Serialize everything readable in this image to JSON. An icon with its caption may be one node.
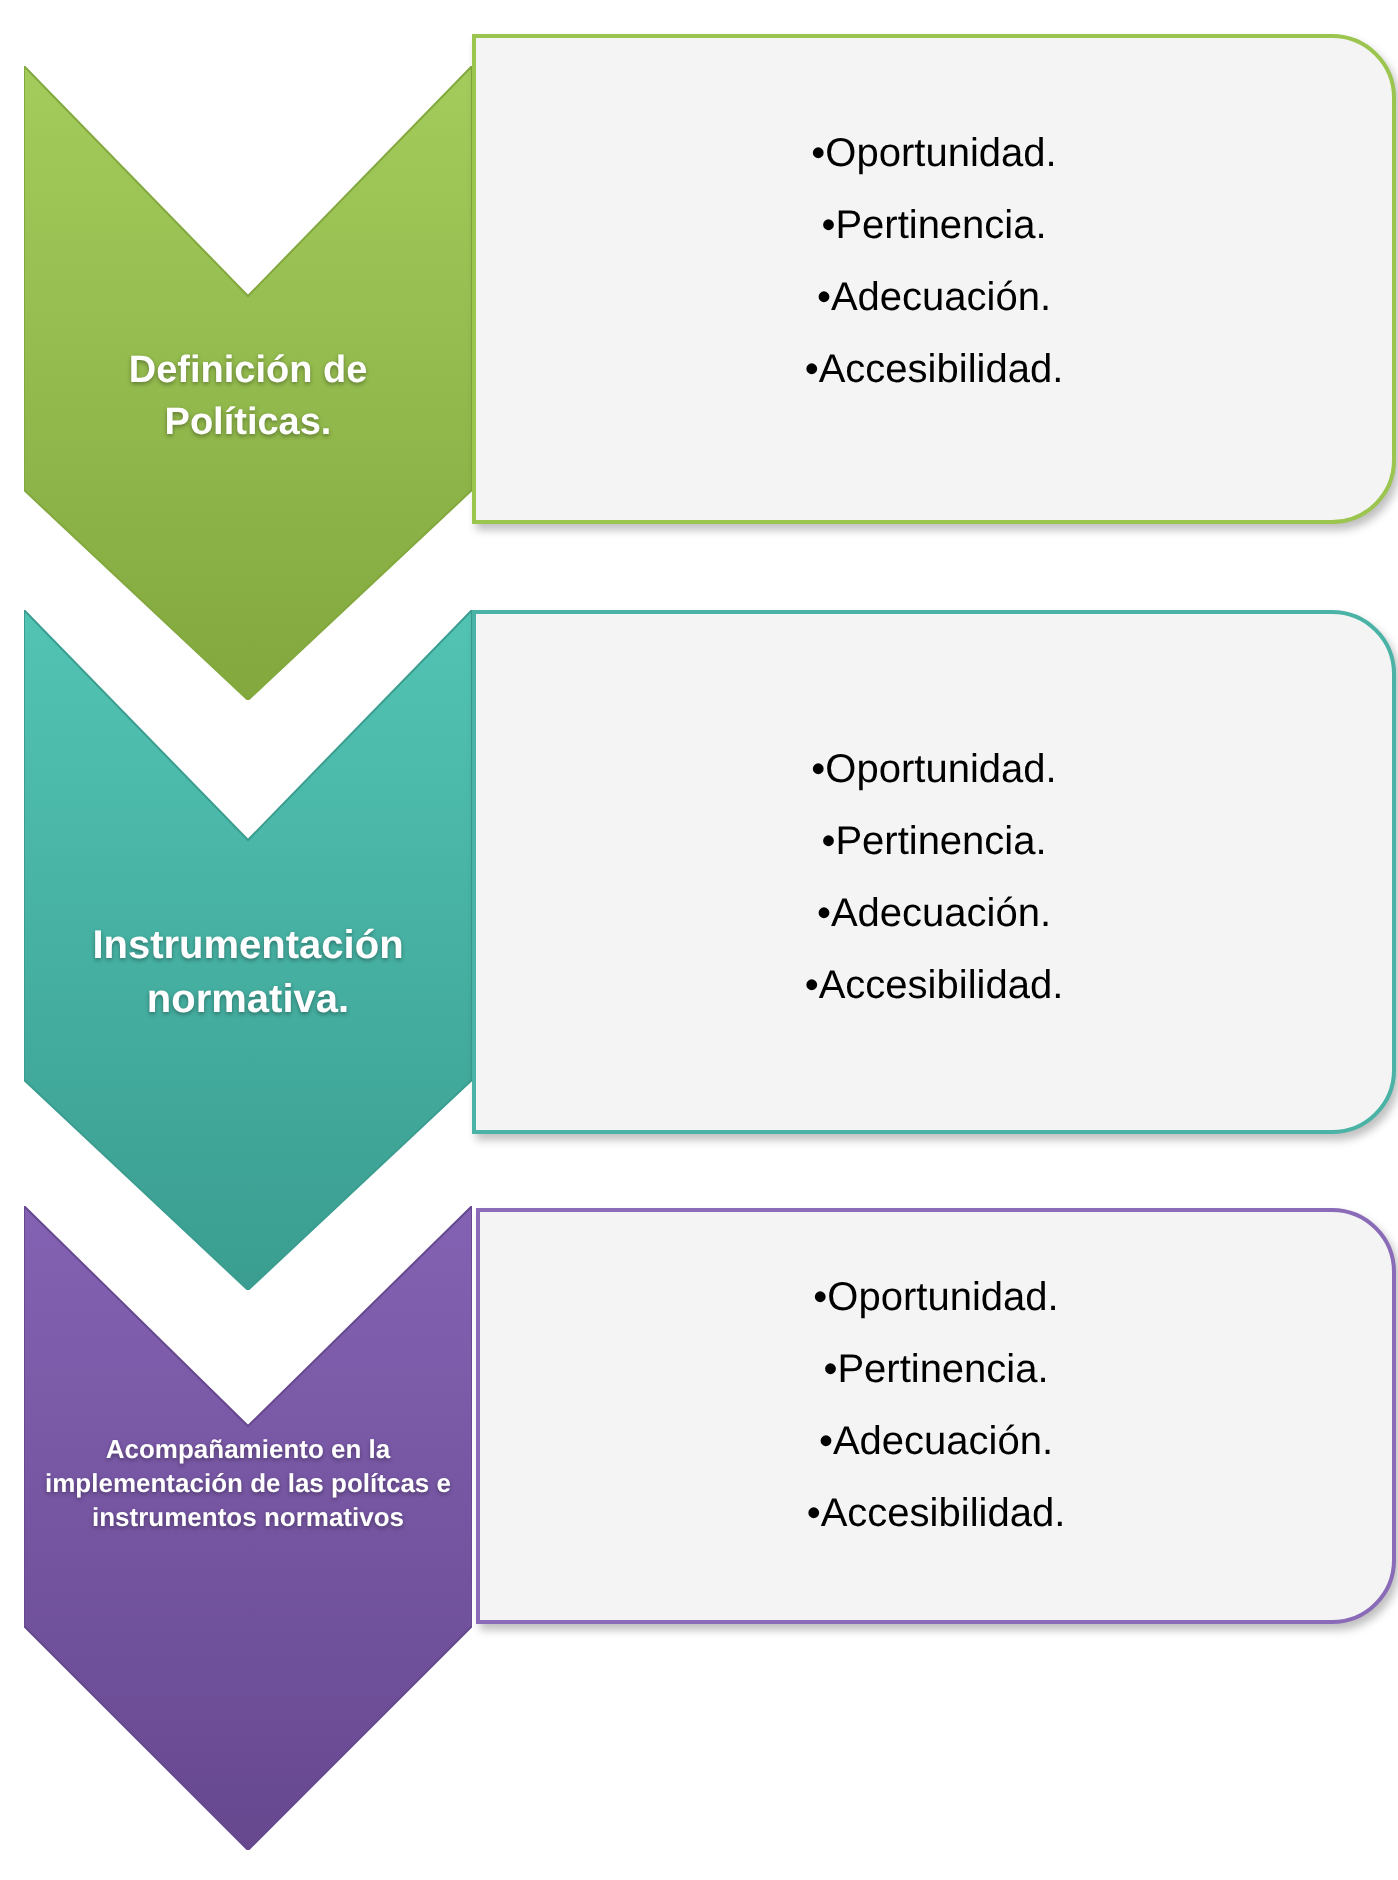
{
  "diagram": {
    "nodes": [
      {
        "text": [
          "Definición de Políticas."
        ]
      },
      {
        "text": [
          "•Oportunidad.",
          "•Pertinencia.",
          "•Adecuación.",
          "•Accesibilidad."
        ]
      },
      {
        "text": [
          "Instrumentación normativa."
        ]
      },
      {
        "text": [
          "•Oportunidad.",
          "•Pertinencia.",
          "•Adecuación.",
          "•Accesibilidad."
        ]
      },
      {
        "text": [
          "Acompañamiento en la implementación de las polítcas e instrumentos normativos"
        ]
      },
      {
        "text": [
          "•Oportunidad.",
          "•Pertinencia.",
          "•Adecuación.",
          "•Accesibilidad."
        ]
      }
    ]
  }
}
